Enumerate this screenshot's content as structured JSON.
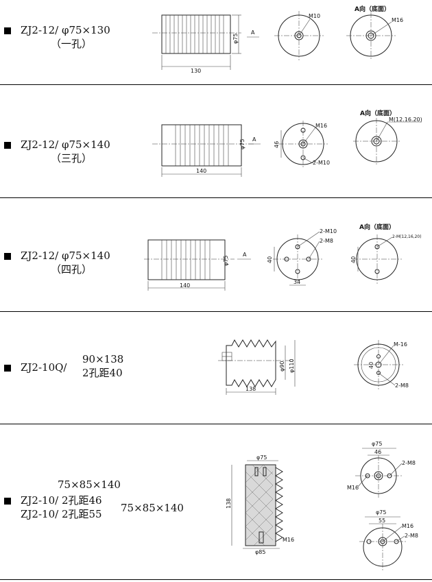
{
  "rows": [
    {
      "label_main": "ZJ2-12/ φ75×130",
      "label_sub": "（一孔）",
      "dims": {
        "length": "130",
        "dia": "φ75",
        "view": "A",
        "top_thread": "M10",
        "bottom_title": "A向（底面）",
        "bottom_thread": "M16"
      }
    },
    {
      "label_main": "ZJ2-12/ φ75×140",
      "label_sub": "（三孔）",
      "dims": {
        "length": "140",
        "dia": "φ75",
        "view": "A",
        "top_thread": "M16",
        "top_thread2": "2-M10",
        "spacing": "46",
        "bottom_title": "A向（底面）",
        "bottom_thread": "M(12.16.20)"
      }
    },
    {
      "label_main": "ZJ2-12/ φ75×140",
      "label_sub": "（四孔）",
      "dims": {
        "length": "140",
        "dia": "φ75",
        "view": "A",
        "top_thread": "2-M10",
        "top_thread2": "2-M8",
        "spacing_v": "40",
        "spacing_h": "34",
        "bottom_title": "A向（底面）",
        "bottom_thread": "2-M(12,16,20)",
        "bottom_spacing": "40"
      }
    },
    {
      "label_main": "ZJ2-10Q/",
      "label_right1": "90×138",
      "label_right2": "2孔距40",
      "dims": {
        "length": "138",
        "dia_inner": "φ90",
        "dia_outer": "φ110",
        "bottom_thread": "M-16",
        "bottom_thread2": "2-M8",
        "spacing": "40"
      }
    },
    {
      "label_top": "75×85×140",
      "label_main": "ZJ2-10/ 2孔距46",
      "label_main2": "ZJ2-10/ 2孔距55",
      "label_right": "75×85×140",
      "dims": {
        "top_dia": "φ75",
        "height": "138",
        "bottom_dia": "φ85",
        "thread": "M16",
        "view1_dia": "φ75",
        "view1_spacing": "46",
        "view1_thread": "2-M8",
        "view1_thread2": "M16",
        "view2_dia": "φ75",
        "view2_spacing": "55",
        "view2_thread": "M16",
        "view2_thread2": "2-M8"
      }
    }
  ]
}
